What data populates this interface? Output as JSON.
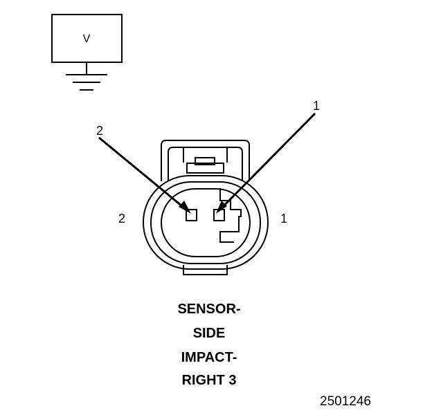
{
  "meter": {
    "symbol": "V"
  },
  "callouts": {
    "pin_1": "1",
    "pin_2": "2"
  },
  "pin_labels": {
    "left": "2",
    "right": "1"
  },
  "title_lines": [
    "SENSOR-",
    "SIDE",
    "IMPACT-",
    "RIGHT 3"
  ],
  "figure_id": "2501246"
}
